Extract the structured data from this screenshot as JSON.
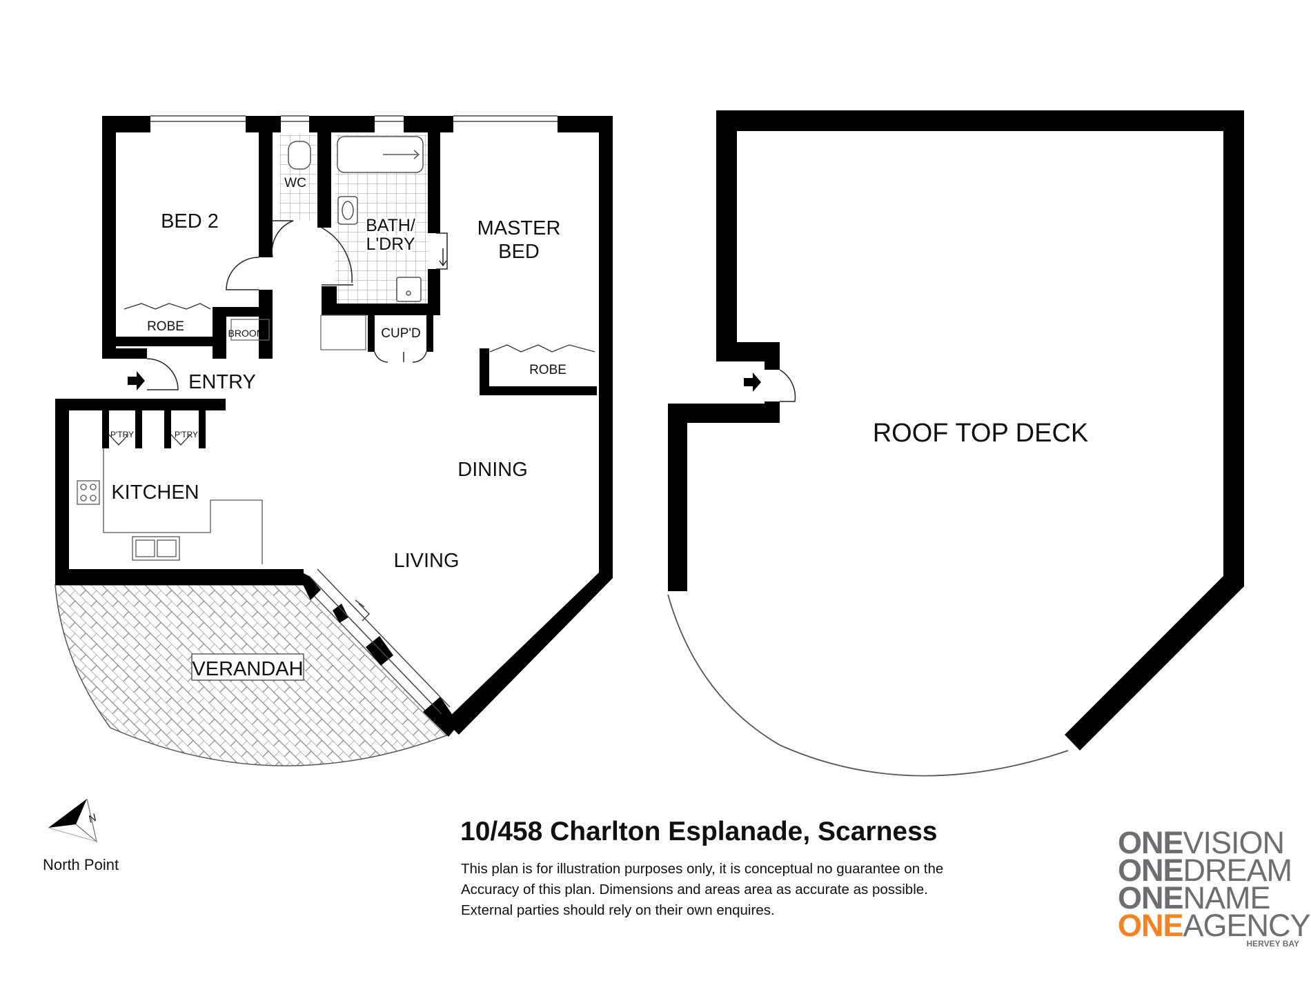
{
  "rooms": {
    "bed2": "BED 2",
    "wc": "WC",
    "bath_line1": "BATH/",
    "bath_line2": "L'DRY",
    "master_line1": "MASTER",
    "master_line2": "BED",
    "robe_left": "ROBE",
    "broom": "BROOM",
    "cupd": "CUP'D",
    "robe_right": "ROBE",
    "entry": "ENTRY",
    "pantry1": "P'TRY",
    "pantry2": "P'TRY",
    "kitchen": "KITCHEN",
    "dining": "DINING",
    "living": "LIVING",
    "verandah": "VERANDAH",
    "roof_top_deck": "ROOF TOP DECK"
  },
  "north_point": {
    "symbol": "N",
    "label": "North Point"
  },
  "address": "10/458 Charlton Esplanade, Scarness",
  "disclaimer": [
    "This plan is for illustration purposes only, it is conceptual no guarantee on the",
    "Accuracy of this plan. Dimensions and areas area as accurate as possible.",
    "External parties should rely on their own enquires."
  ],
  "logo": {
    "lines": [
      {
        "bold": "ONE",
        "light": "VISION"
      },
      {
        "bold": "ONE",
        "light": "DREAM"
      },
      {
        "bold": "ONE",
        "light": "NAME"
      },
      {
        "bold": "ONE",
        "light": "AGENCY"
      }
    ],
    "tagline": "HERVEY BAY",
    "colors": {
      "grey": "#6d6e71",
      "orange": "#f58220"
    }
  },
  "colors": {
    "wall": "#000000",
    "hatch": "#9a9a9a",
    "fixture": "#555555"
  }
}
